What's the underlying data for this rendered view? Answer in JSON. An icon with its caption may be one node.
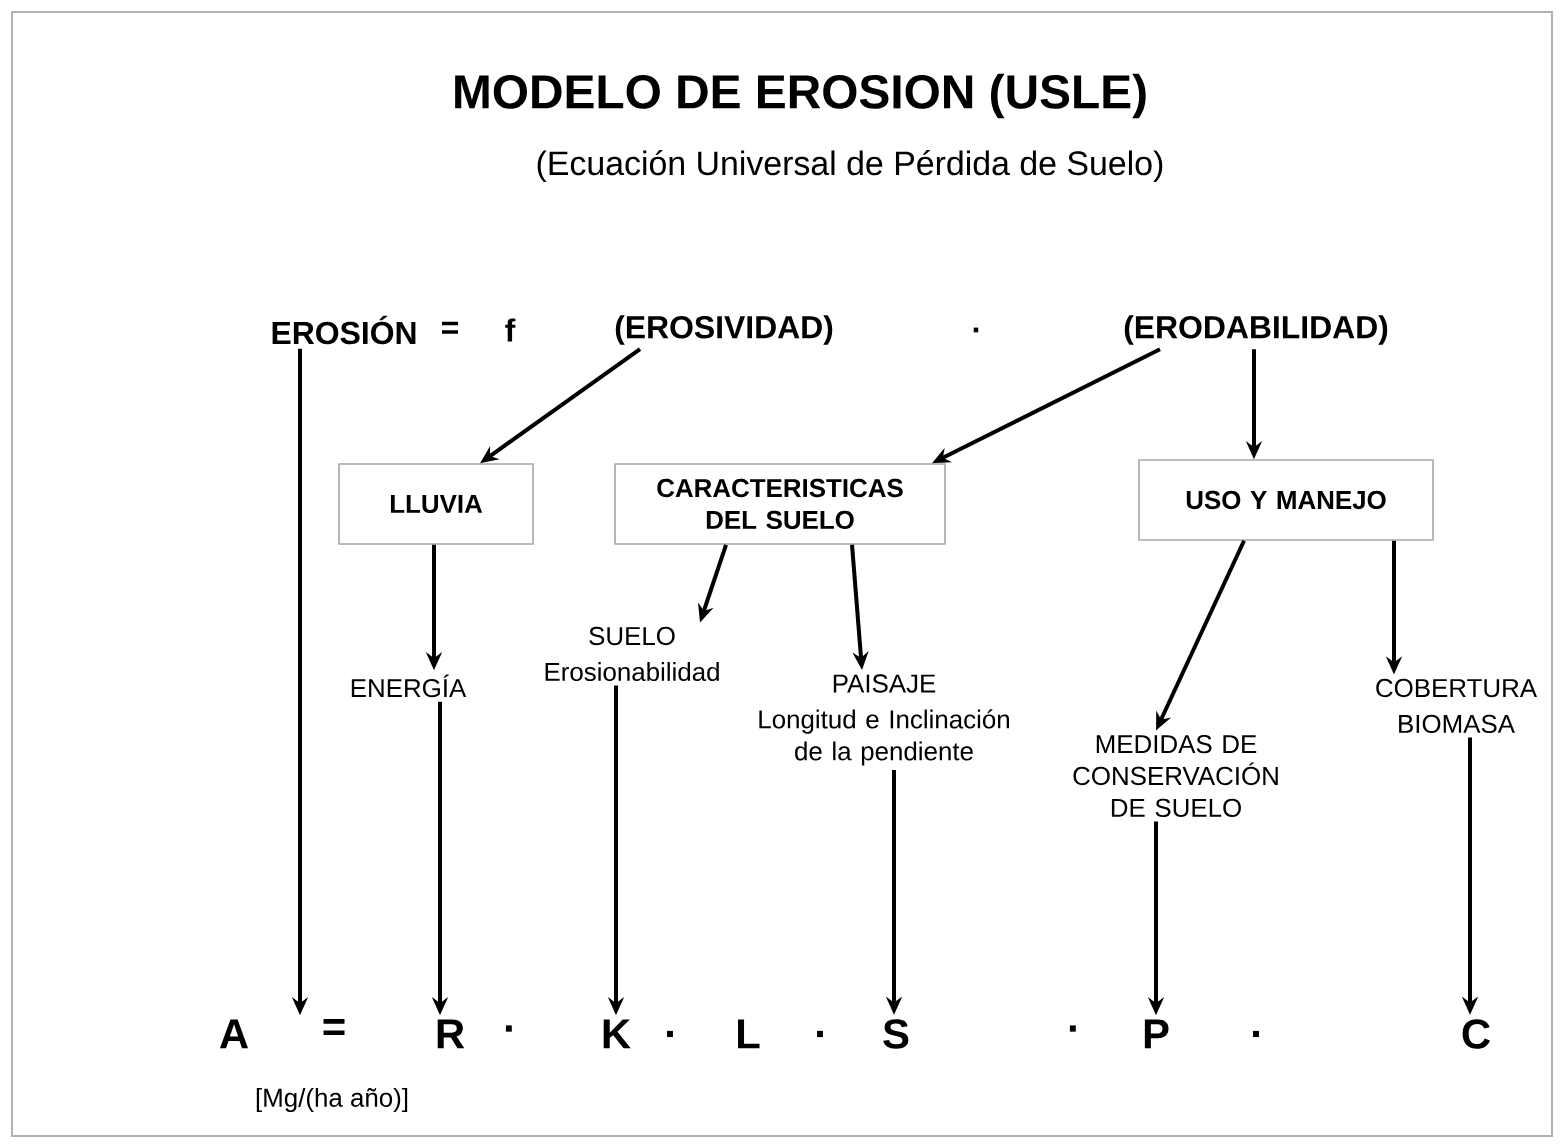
{
  "diagram": {
    "title": "MODELO DE EROSION (USLE)",
    "caption": "(Ecuación Universal de Pérdida de Suelo)",
    "nodes": [
      {
        "text": [
          "EROSIÓN"
        ]
      },
      {
        "text": [
          "(EROSIVIDAD)"
        ]
      },
      {
        "text": [
          "(ERODABILIDAD)"
        ]
      },
      {
        "text": [
          "LLUVIA"
        ]
      },
      {
        "text": [
          "CARACTERISTICAS DEL SUELO"
        ]
      },
      {
        "text": [
          "USO Y MANEJO"
        ]
      },
      {
        "text": [
          "ENERGÍA"
        ]
      },
      {
        "text": [
          "SUELO",
          "Erosionabilidad"
        ]
      },
      {
        "text": [
          "PAISAJE",
          "Longitud e Inclinación de la pendiente"
        ]
      },
      {
        "text": [
          "MEDIDAS DE CONSERVACIÓN DE SUELO"
        ]
      },
      {
        "text": [
          "COBERTURA",
          "BIOMASA"
        ]
      },
      {
        "text": [
          "A"
        ]
      },
      {
        "text": [
          "R"
        ]
      },
      {
        "text": [
          "K"
        ]
      },
      {
        "text": [
          "S"
        ]
      },
      {
        "text": [
          "P"
        ]
      },
      {
        "text": [
          "C"
        ]
      }
    ],
    "edges": [
      {
        "from": 0,
        "to": 11,
        "arrow": "to"
      },
      {
        "from": 1,
        "to": 3,
        "arrow": "to"
      },
      {
        "from": 2,
        "to": 4,
        "arrow": "to"
      },
      {
        "from": 2,
        "to": 5,
        "arrow": "to"
      },
      {
        "from": 3,
        "to": 6,
        "arrow": "to"
      },
      {
        "from": 4,
        "to": 7,
        "arrow": "to"
      },
      {
        "from": 4,
        "to": 8,
        "arrow": "to"
      },
      {
        "from": 5,
        "to": 9,
        "arrow": "to"
      },
      {
        "from": 5,
        "to": 10,
        "arrow": "to"
      },
      {
        "from": 6,
        "to": 12,
        "arrow": "to"
      },
      {
        "from": 7,
        "to": 13,
        "arrow": "to"
      },
      {
        "from": 8,
        "to": 14,
        "arrow": "to"
      },
      {
        "from": 9,
        "to": 15,
        "arrow": "to"
      },
      {
        "from": 10,
        "to": 16,
        "arrow": "to"
      }
    ],
    "labels": [
      "=",
      "f",
      ".",
      "=",
      "·",
      ".",
      "L",
      ".",
      "·",
      ".",
      "[Mg/(ha año)]"
    ]
  }
}
